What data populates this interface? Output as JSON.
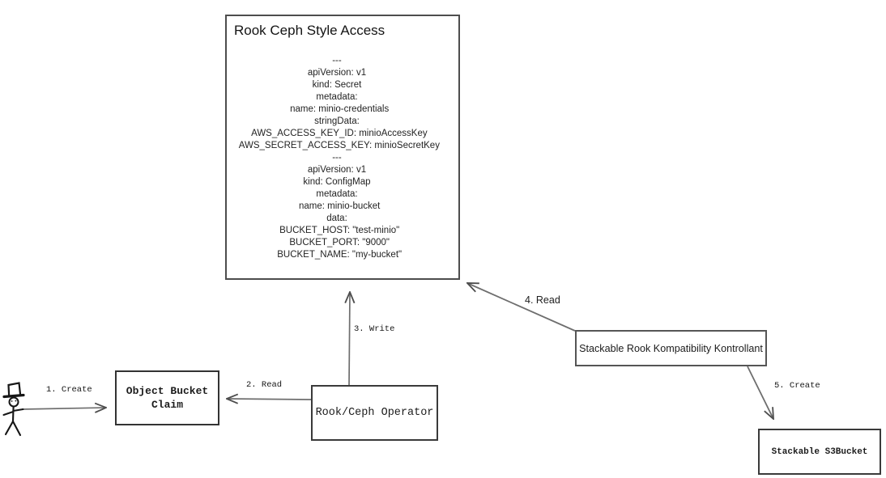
{
  "diagram": {
    "access_box": {
      "title": "Rook Ceph Style Access",
      "yaml": "---\napiVersion: v1\nkind: Secret\nmetadata:\n  name: minio-credentials\nstringData:\n  AWS_ACCESS_KEY_ID: minioAccessKey\n  AWS_SECRET_ACCESS_KEY: minioSecretKey\n---\napiVersion: v1\nkind: ConfigMap\nmetadata:\n  name: minio-bucket\ndata:\n  BUCKET_HOST: \"test-minio\"\n  BUCKET_PORT: \"9000\"\n  BUCKET_NAME: \"my-bucket\""
    },
    "nodes": {
      "object_bucket_claim": {
        "label": "Object Bucket\nClaim"
      },
      "rook_ceph_operator": {
        "label": "Rook/Ceph Operator"
      },
      "kontrollant": {
        "label": "Stackable Rook Kompatibility Kontrollant"
      },
      "s3bucket": {
        "label": "Stackable S3Bucket"
      }
    },
    "edges": {
      "e1": {
        "label": "1. Create",
        "from": "user-actor",
        "to": "object-bucket-claim"
      },
      "e2": {
        "label": "2. Read",
        "from": "rook-ceph-operator",
        "to": "object-bucket-claim"
      },
      "e3": {
        "label": "3. Write",
        "from": "rook-ceph-operator",
        "to": "rook-ceph-style-access"
      },
      "e4": {
        "label": "4. Read",
        "from": "kontrollant",
        "to": "rook-ceph-style-access"
      },
      "e5": {
        "label": "5. Create",
        "from": "kontrollant",
        "to": "stackable-s3bucket"
      }
    },
    "actor": {
      "name": "user-stick-figure-with-top-hat"
    },
    "colors": {
      "background": "#ffffff",
      "box_border": "#3a3a3a",
      "arrow_shaft": "#6e6e6e",
      "arrow_head": "#4d4d4d",
      "text": "#1c1c1c"
    }
  }
}
